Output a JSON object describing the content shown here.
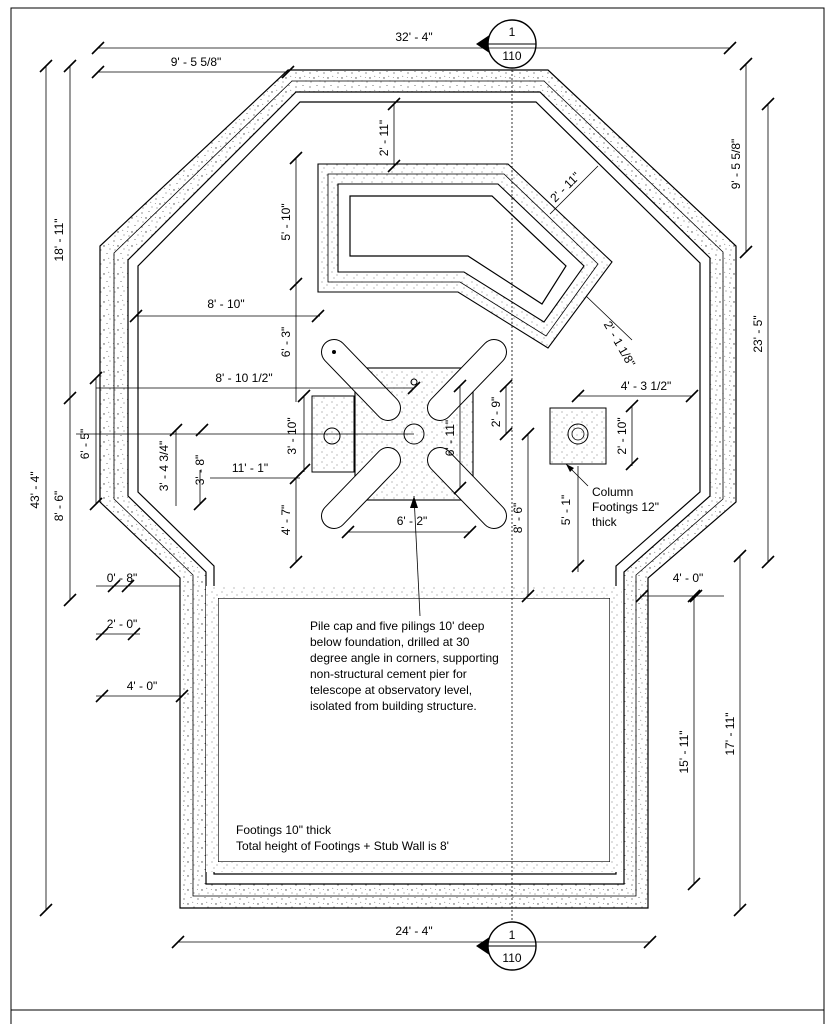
{
  "section_marker": {
    "number": "1",
    "sheet": "110"
  },
  "dimensions": {
    "overall_width": "32' - 4\"",
    "top_left_chamfer": "9' - 5 5/8\"",
    "right_chamfer": "9' - 5 5/8\"",
    "left_upper_height": "18' - 11\"",
    "overall_height": "43' - 4\"",
    "right_upper_height": "23' - 5\"",
    "left_lower_height": "8' - 6\"",
    "left_mid_height": "6' - 5\"",
    "wall_offset_small": "0' - 8\"",
    "wall_offset_2": "2' - 0\"",
    "wall_offset_4": "4' - 0\"",
    "right_offset_4": "4' - 0\"",
    "lower_inner_height": "15' - 11\"",
    "lower_outer_height": "17' - 11\"",
    "bottom_width": "24' - 4\"",
    "trench_top": "2' - 11\"",
    "trench_diag": "2' - 11\"",
    "trench_height": "5' - 10\"",
    "trench_corner": "2' - 1 1/8\"",
    "to_trench_left": "8' - 10\"",
    "trench_to_cap": "6' - 3\"",
    "to_cap_center": "8' - 10 1/2\"",
    "pier_left_height": "3' - 10\"",
    "left_offset_a": "3' - 4 3/4\"",
    "left_offset_b": "3' - 8\"",
    "to_center_horizontal": "11' - 1\"",
    "cap_height": "6' - 11\"",
    "cap_half": "2' - 9\"",
    "cap_lower": "4' - 7\"",
    "cap_width": "6' - 2\"",
    "center_to_bottom": "8' - 6\"",
    "column_offset": "4' - 3 1/2\"",
    "column_size": "2' - 10\"",
    "column_to_bottom": "5' - 1\""
  },
  "notes": {
    "column_footing": [
      "Column",
      "Footings 12\"",
      "thick"
    ],
    "pile_cap": [
      "Pile cap and five pilings 10' deep",
      "below foundation, drilled at 30",
      "degree angle in corners, supporting",
      "non-structural cement pier for",
      "telescope at observatory level,",
      "isolated from building structure."
    ],
    "footings": [
      "Footings 10\" thick",
      "Total height of Footings + Stub Wall is 8'"
    ]
  }
}
